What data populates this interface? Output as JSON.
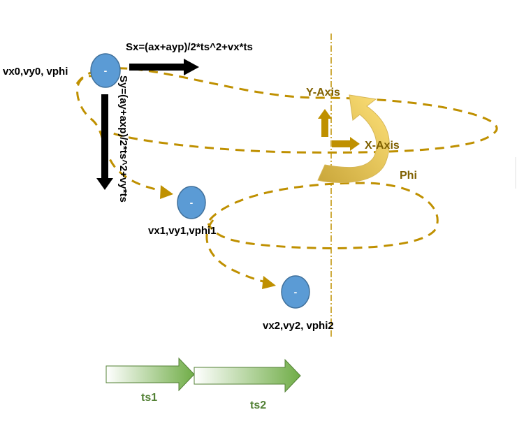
{
  "colors": {
    "particle": "#5b9bd5",
    "particle_stroke": "#41719c",
    "path": "#bf9000",
    "axis_label": "#7f6000",
    "curve_arrow": "#ffd966",
    "time_arrow": "#70ad47",
    "force_arrow": "#000000"
  },
  "particles": [
    {
      "sign": "-",
      "label": "vx0,vy0, vphi"
    },
    {
      "sign": "-",
      "label": "vx1,vy1,vphi1"
    },
    {
      "sign": "-",
      "label": "vx2,vy2, vphi2"
    }
  ],
  "formulas": {
    "sx": "Sx=(ax+ayp)/2*ts^2+vx*ts",
    "sy": "Sy=(ay+axp)/2*ts^2+vy*ts"
  },
  "axes": {
    "y": "Y-Axis",
    "x": "X-Axis",
    "phi": "Phi"
  },
  "timesteps": [
    "ts1",
    "ts2"
  ],
  "icons": {
    "particle": "minus-icon",
    "rotation": "curved-arrow-icon"
  }
}
